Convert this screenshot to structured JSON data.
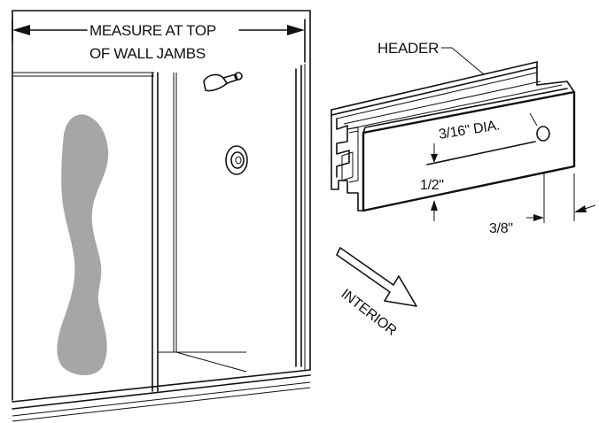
{
  "labels": {
    "measure_line1": "MEASURE AT TOP",
    "measure_line2": "OF WALL JAMBS",
    "header": "HEADER",
    "hole_diameter": "3/16\" DIA.",
    "half_inch": "1/2\"",
    "three_eighths": "3/8\"",
    "interior": "INTERIOR"
  },
  "colors": {
    "line": "#111111",
    "silhouette": "#a6a6a6",
    "background": "#ffffff"
  }
}
